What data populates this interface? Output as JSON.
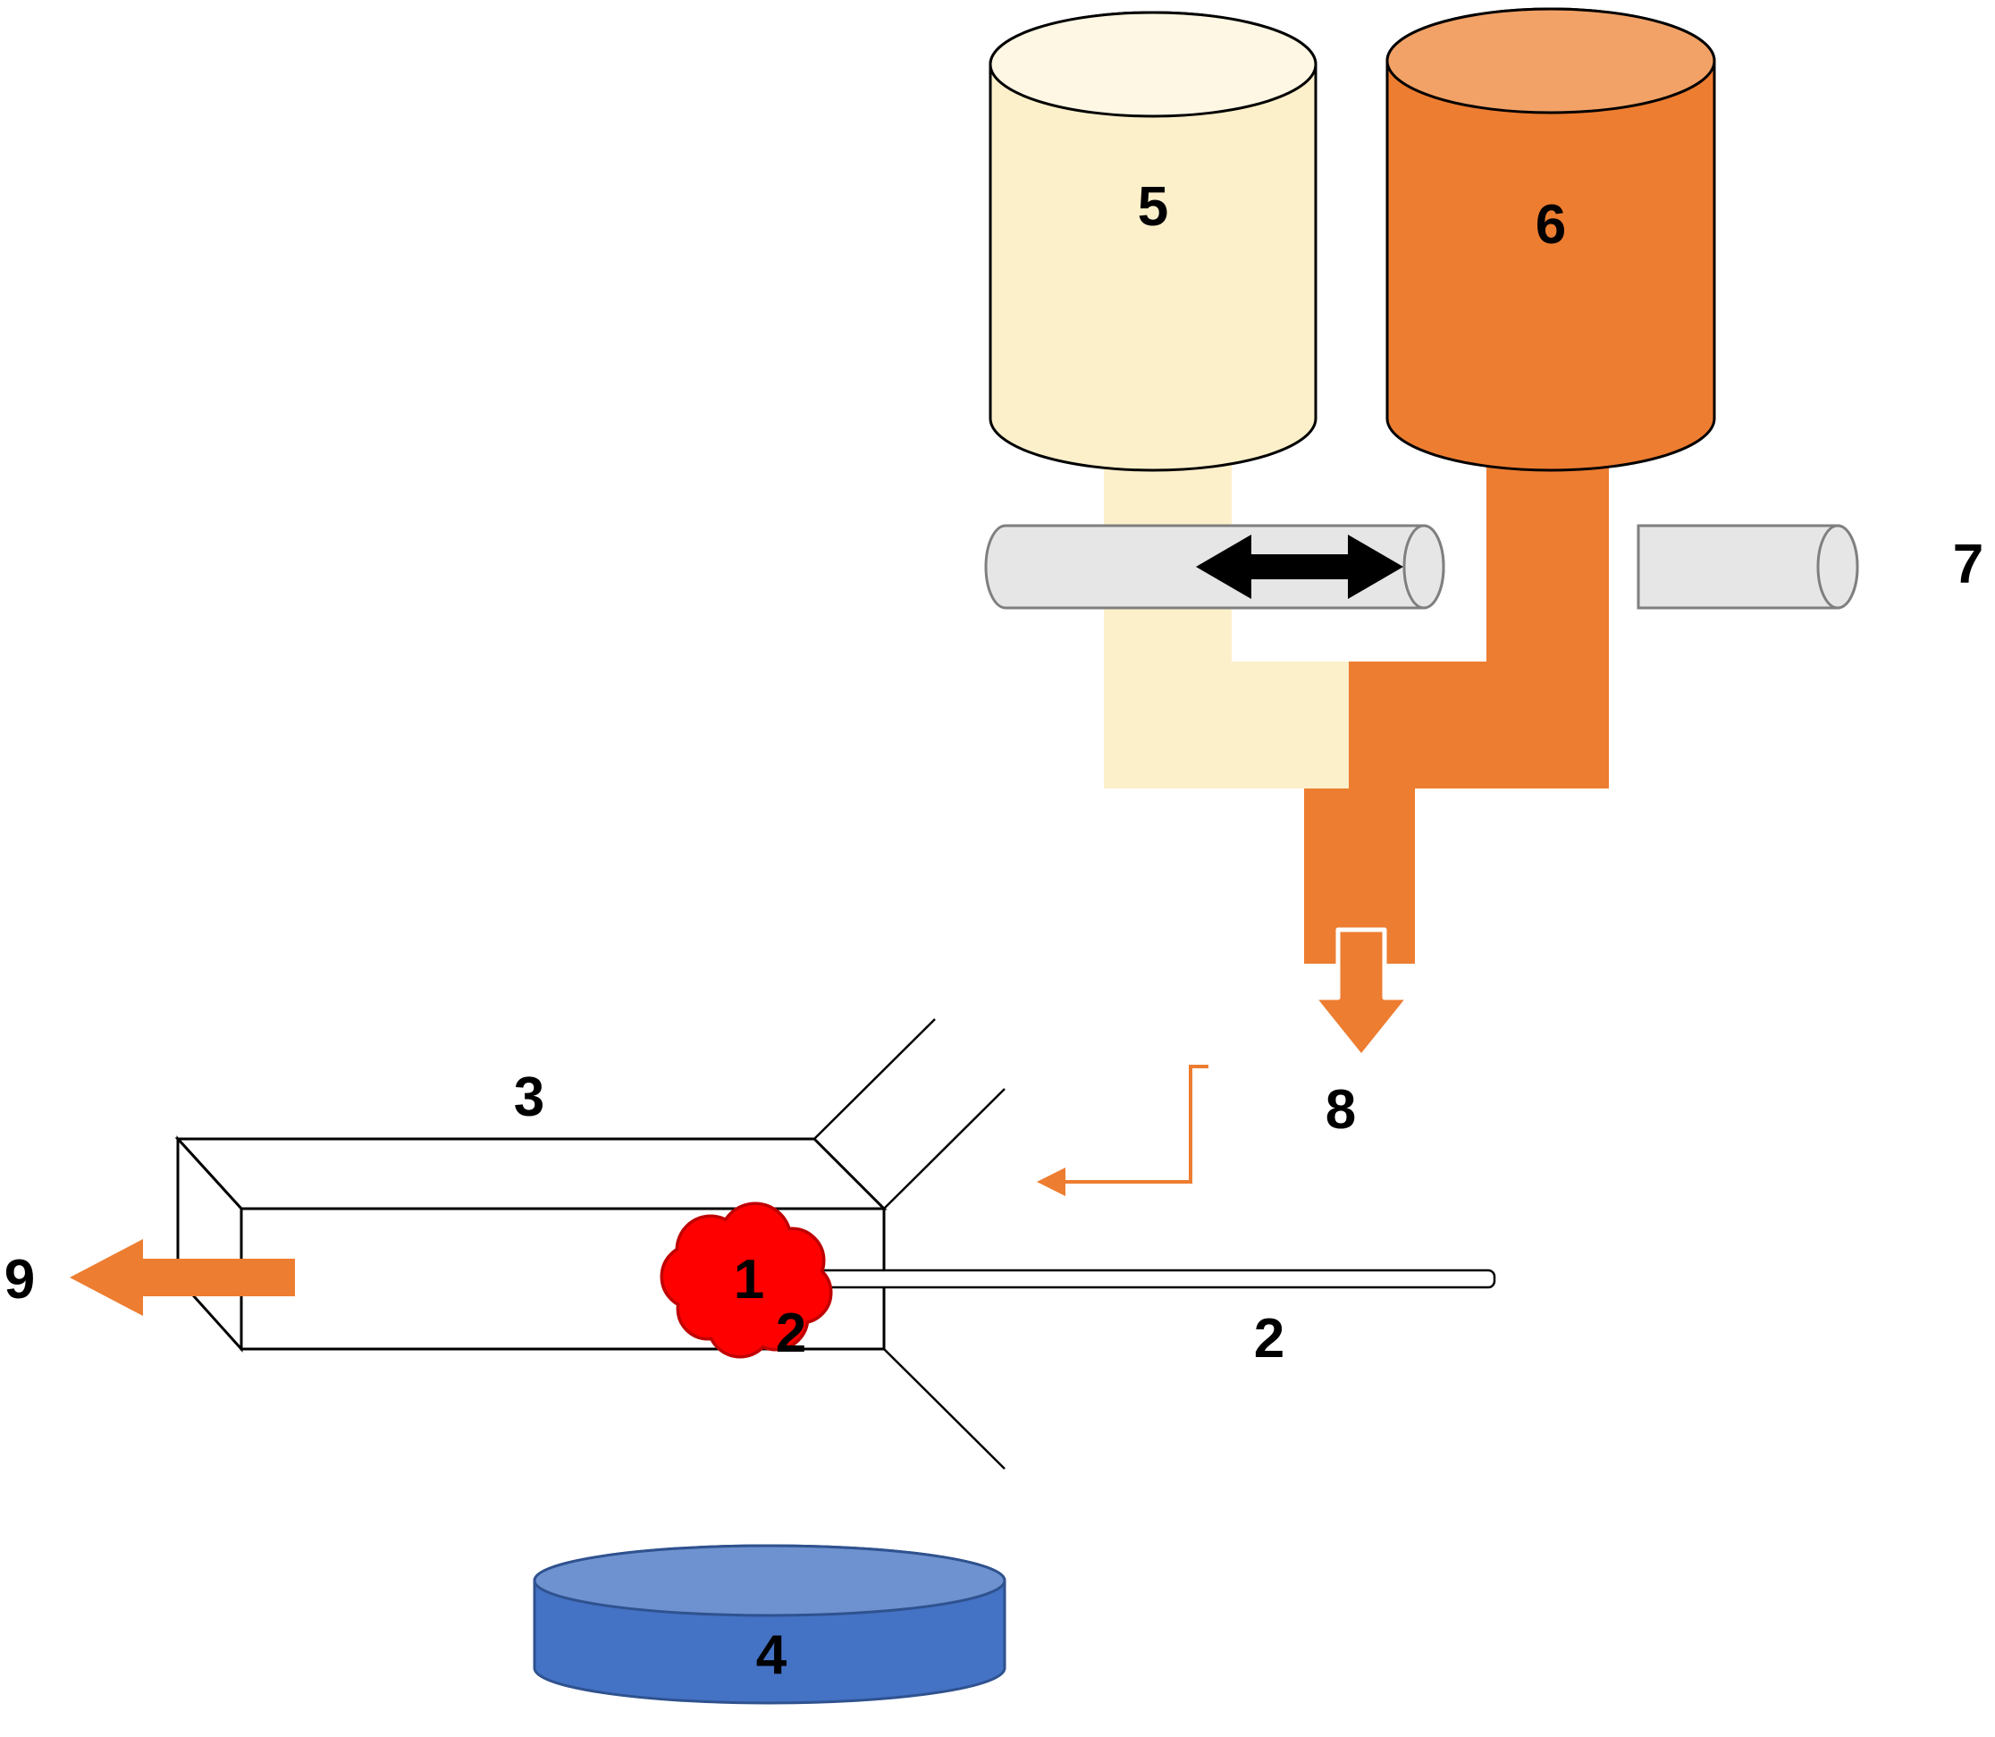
{
  "diagram": {
    "labels": {
      "flame": "1",
      "probe": "2",
      "duct": "3",
      "dish": "4",
      "reservoir_light": "5",
      "reservoir_dark": "6",
      "slide_rod": "7",
      "outlet": "8",
      "outflow": "9"
    },
    "colors": {
      "cream": "#FCF0CB",
      "cream_light": "#FDF7E3",
      "orange": "#ED7D31",
      "orange_light": "#F2A267",
      "orange_dark": "#C55A11",
      "gray": "#E7E6E6",
      "gray_stroke": "#7F7F7F",
      "red": "#FF0000",
      "red_dark": "#C00000",
      "blue": "#4472C4",
      "blue_light": "#6E92CF",
      "blue_stroke": "#2F528F",
      "black": "#000000",
      "white": "#FFFFFF"
    }
  }
}
